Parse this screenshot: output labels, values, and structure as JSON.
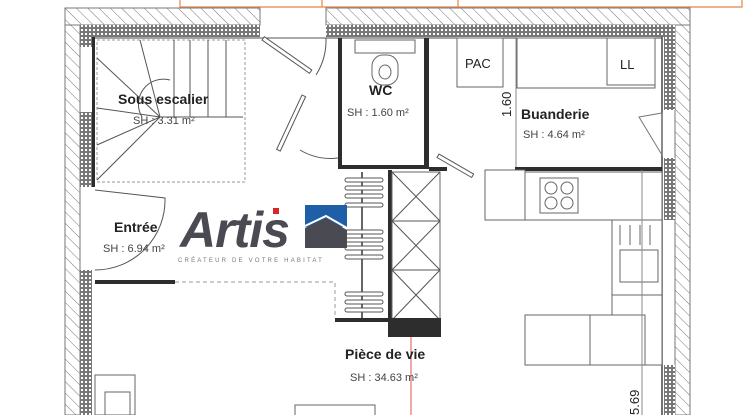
{
  "rooms": [
    {
      "name": "Sous escalier",
      "area": "SH : 3.31 m²"
    },
    {
      "name": "WC",
      "area": "SH : 1.60 m²"
    },
    {
      "name": "Buanderie",
      "area": "SH : 4.64 m²"
    },
    {
      "name": "Entrée",
      "area": "SH : 6.94 m²"
    },
    {
      "name": "Pièce de vie",
      "area": "SH : 34.63 m²"
    }
  ],
  "equipment": {
    "pac": "PAC",
    "ll": "LL"
  },
  "dimensions": {
    "buanderie_width": "1.60",
    "right_length": "5.69"
  },
  "logo": {
    "name": "Artis",
    "tagline": "CRÉATEUR DE VOTRE HABITAT"
  },
  "colors": {
    "wall": "#2d2d2d",
    "logo_blue": "#1f5fa8",
    "logo_gray": "#4a4a52",
    "logo_red": "#d9262b",
    "orange_line": "#e8844a",
    "red_line": "#e05050"
  }
}
